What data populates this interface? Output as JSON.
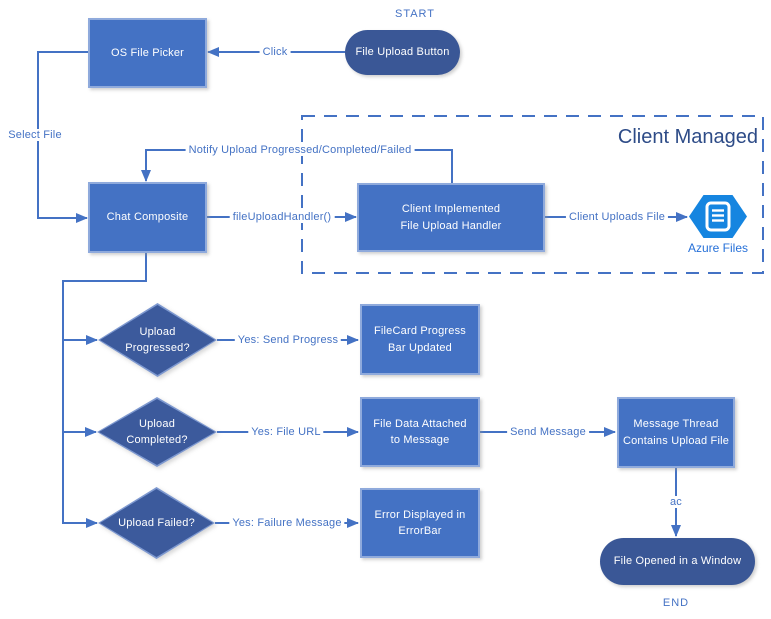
{
  "colors": {
    "connector": "#4472C4",
    "process_fill": "#4472C4",
    "process_border": "#8FAADC",
    "decision_fill": "#3C5A9C",
    "terminator_fill": "#3A5796",
    "region_border": "#4472C4",
    "region_title_text": "#2D4B87",
    "azure_icon_blue": "#1585E0",
    "azure_label_text": "#2670D8",
    "edge_label_text": "#4472C4"
  },
  "diagram": {
    "start_label": "START",
    "end_label": "END",
    "region": {
      "title": "Client Managed"
    },
    "nodes": {
      "file_upload_button": "File Upload Button",
      "os_file_picker": "OS File Picker",
      "chat_composite": "Chat Composite",
      "client_handler": "Client Implemented\nFile Upload Handler",
      "upload_progressed": "Upload\nProgressed?",
      "upload_completed": "Upload\nCompleted?",
      "upload_failed": "Upload Failed?",
      "filecard_progress": "FileCard Progress\nBar Updated",
      "file_data_attached": "File Data Attached\nto Message",
      "error_displayed": "Error Displayed in\nErrorBar",
      "message_thread": "Message Thread\nContains Upload File",
      "file_opened": "File Opened in a Window"
    },
    "edges": {
      "click": "Click",
      "select_file": "Select File",
      "notify": "Notify Upload Progressed/Completed/Failed",
      "file_upload_handler_call": "fileUploadHandler()",
      "client_uploads_file": "Client Uploads File",
      "yes_send_progress": "Yes: Send Progress",
      "yes_file_url": "Yes: File URL",
      "yes_failure_message": "Yes: Failure Message",
      "send_message": "Send Message",
      "ac": "ac"
    },
    "azure_files_label": "Azure Files"
  }
}
